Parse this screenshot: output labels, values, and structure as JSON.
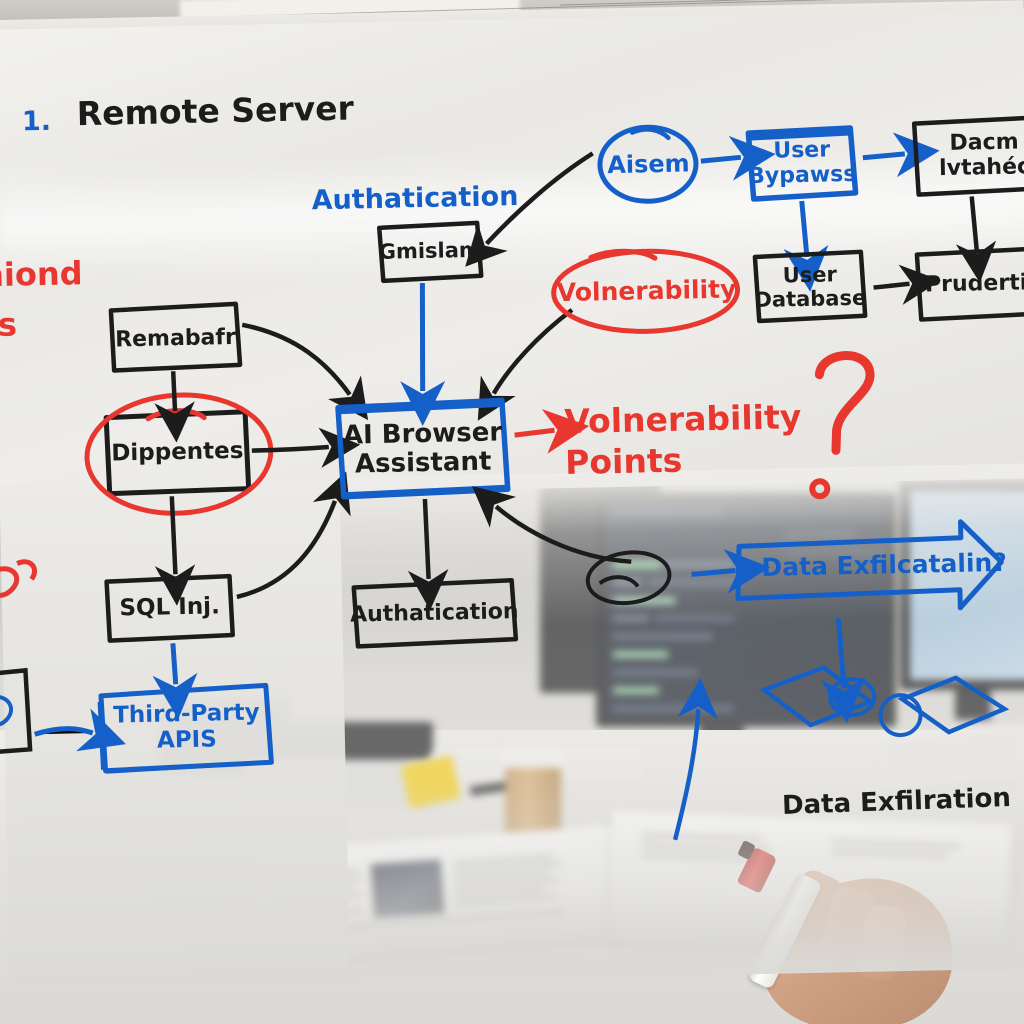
{
  "scene": {
    "setting": "office-whiteboard-photo",
    "colors": {
      "ink_black": "#1c1c1c",
      "ink_blue": "#1560c8",
      "ink_red": "#e8372f",
      "board": "#eeedea"
    }
  },
  "headline": {
    "number": "1.",
    "text": "Remote Server"
  },
  "left_edge_notes": {
    "red_line_1": "niond",
    "red_line_2": "es",
    "red_squiggle": "ga"
  },
  "nodes": [
    {
      "id": "remabafr",
      "label": "Remabafr",
      "ink": "black"
    },
    {
      "id": "dippentes",
      "label": "Dippentes",
      "ink": "black"
    },
    {
      "id": "sql-inj",
      "label": "SQL Inj.",
      "ink": "black"
    },
    {
      "id": "third-party",
      "label": "Third-Party\nAPIS",
      "ink": "blue"
    },
    {
      "id": "gmislam",
      "label": "Gmislam",
      "ink": "black"
    },
    {
      "id": "ai-browser",
      "label": "AI Browser\nAssistant",
      "ink": "blue"
    },
    {
      "id": "authatication-box",
      "label": "Authatication",
      "ink": "black"
    },
    {
      "id": "aisem",
      "label": "Aisem",
      "ink": "blue"
    },
    {
      "id": "user-bypass",
      "label": "User\nBypawss",
      "ink": "blue"
    },
    {
      "id": "dacm",
      "label": "Dacm\nlvtahéc",
      "ink": "black"
    },
    {
      "id": "user-database",
      "label": "User\nDatabase",
      "ink": "black"
    },
    {
      "id": "prudertion",
      "label": "Prudertion",
      "ink": "black"
    }
  ],
  "annotations": {
    "authatication_label": "Authatication",
    "vulnerability_bubble": "Volnerability",
    "vulnerability_points": "Volnerability\nPoints",
    "question_mark": "?",
    "data_exfil_overlay": "Data Exfilcatalin?",
    "data_exfil_caption": "Data Exfilration"
  },
  "desk_objects": {
    "coffee_cup": "coffee-cup",
    "sticky_note": "sticky-note",
    "open_book": "open-book",
    "paper_stack": "paper-stack",
    "laptop": "laptop",
    "marker": "whiteboard-marker-red",
    "hand": "human-hand"
  },
  "monitors": {
    "left": "code-editor-dark",
    "right": "browser-light"
  }
}
